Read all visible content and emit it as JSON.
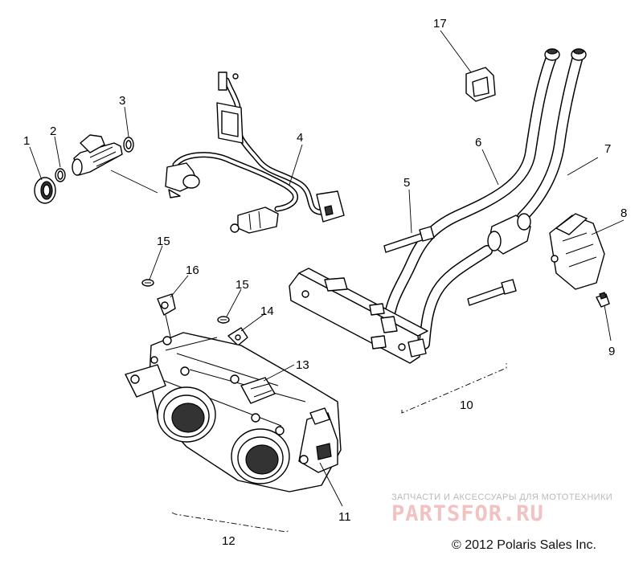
{
  "diagram": {
    "callouts": [
      "1",
      "2",
      "3",
      "4",
      "5",
      "6",
      "7",
      "8",
      "9",
      "10",
      "11",
      "12",
      "13",
      "14",
      "15",
      "15",
      "16",
      "17"
    ]
  },
  "watermark": {
    "line1": "ЗАПЧАСТИ И АКСЕССУАРЫ ДЛЯ МОТОТЕХНИКИ",
    "line2": "PARTSFOR.RU"
  },
  "copyright": "© 2012 Polaris Sales Inc."
}
